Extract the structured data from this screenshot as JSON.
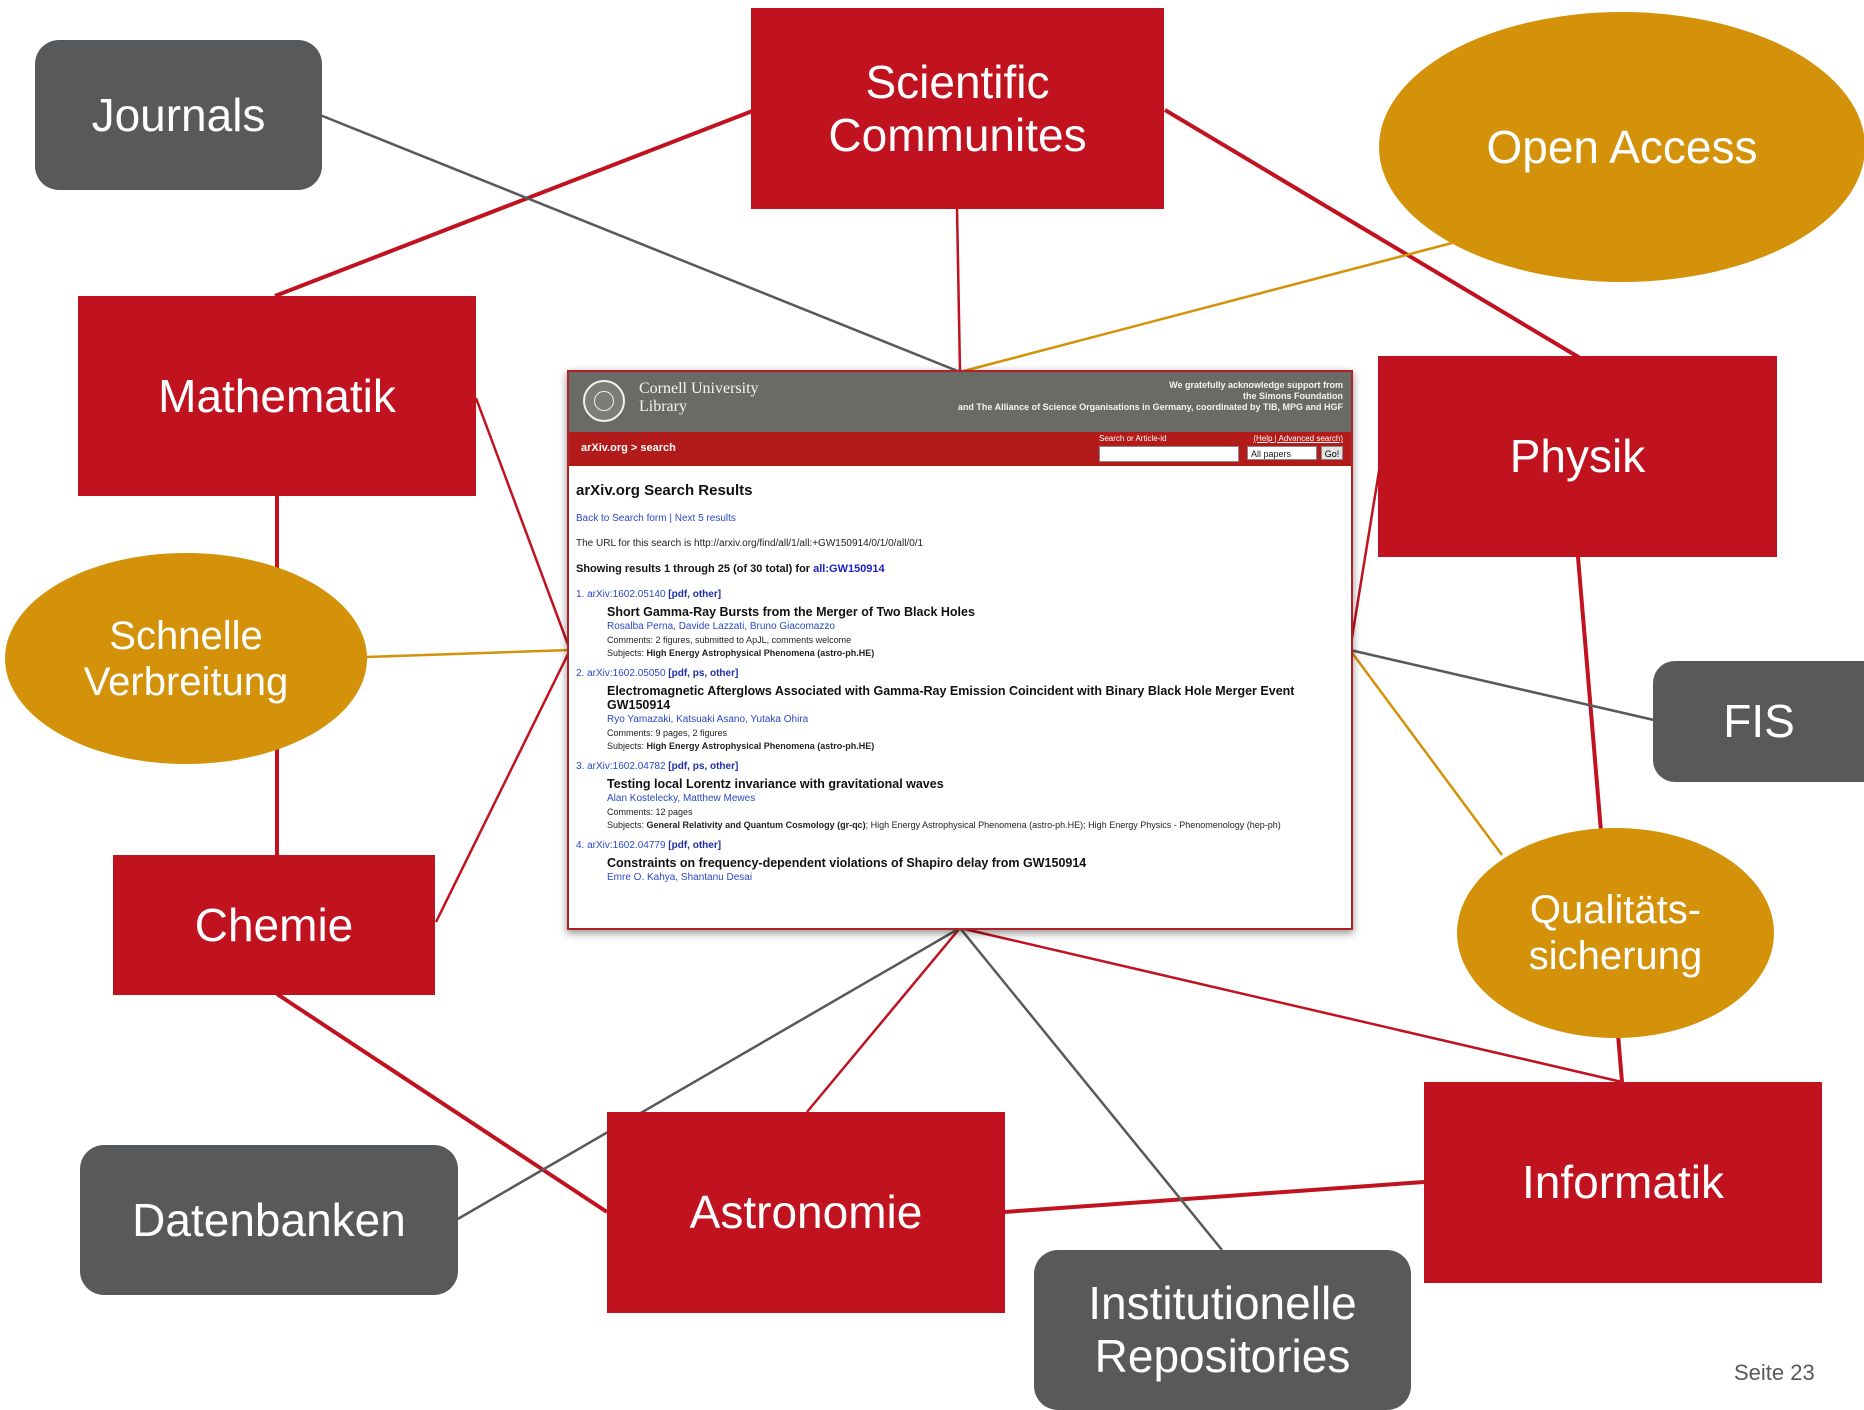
{
  "nodes": {
    "journals": "Journals",
    "scientific_communities": "Scientific Communites",
    "open_access": "Open Access",
    "mathematik": "Mathematik",
    "physik": "Physik",
    "schnelle_verbreitung": "Schnelle Verbreitung",
    "fis": "FIS",
    "chemie": "Chemie",
    "qualitaetssicherung": "Qualitäts-sicherung",
    "datenbanken": "Datenbanken",
    "astronomie": "Astronomie",
    "informatik": "Informatik",
    "institutionelle_repositories": "Institutionelle Repositories"
  },
  "colors": {
    "red": "#c0121f",
    "dark": "#58595b",
    "gold": "#d4920a"
  },
  "arxiv": {
    "library_name_line1": "Cornell University",
    "library_name_line2": "Library",
    "ack_line1": "We gratefully acknowledge support from",
    "ack_line2": "the Simons Foundation",
    "ack_line3": "and The Alliance of Science Organisations in Germany, coordinated by TIB, MPG and HGF",
    "breadcrumb": "arXiv.org > search",
    "search_label": "Search or Article-id",
    "help_links": "(Help | Advanced search)",
    "select_value": "All papers",
    "go_button": "Go!",
    "title": "arXiv.org Search Results",
    "nav_links": "Back to Search form  | Next 5 results",
    "url_text": "The URL for this search is http://arxiv.org/find/all/1/all:+GW150914/0/1/0/all/0/1",
    "showing_prefix": "Showing results 1 through 25 (of 30 total) for ",
    "showing_query": "all:GW150914",
    "entries": [
      {
        "id": "1. arXiv:1602.05140",
        "formats": "[pdf, other]",
        "title": "Short Gamma-Ray Bursts from the Merger of Two Black Holes",
        "authors": "Rosalba Perna, Davide Lazzati, Bruno Giacomazzo",
        "comments": "Comments: 2 figures, submitted to ApJL, comments welcome",
        "subjects_label": "Subjects: ",
        "subjects": "High Energy Astrophysical Phenomena (astro-ph.HE)",
        "subjects_extra": ""
      },
      {
        "id": "2. arXiv:1602.05050",
        "formats": "[pdf, ps, other]",
        "title": "Electromagnetic Afterglows Associated with Gamma-Ray Emission Coincident with Binary Black Hole Merger Event GW150914",
        "authors": "Ryo Yamazaki, Katsuaki Asano, Yutaka Ohira",
        "comments": "Comments: 9 pages, 2 figures",
        "subjects_label": "Subjects: ",
        "subjects": "High Energy Astrophysical Phenomena (astro-ph.HE)",
        "subjects_extra": ""
      },
      {
        "id": "3. arXiv:1602.04782",
        "formats": "[pdf, ps, other]",
        "title": "Testing local Lorentz invariance with gravitational waves",
        "authors": "Alan Kostelecky, Matthew Mewes",
        "comments": "Comments: 12 pages",
        "subjects_label": "Subjects: ",
        "subjects": "General Relativity and Quantum Cosmology (gr-qc)",
        "subjects_extra": "; High Energy Astrophysical Phenomena (astro-ph.HE); High Energy Physics - Phenomenology (hep-ph)"
      },
      {
        "id": "4. arXiv:1602.04779",
        "formats": "[pdf, other]",
        "title": "Constraints on frequency-dependent violations of Shapiro delay from GW150914",
        "authors": "Emre O. Kahya, Shantanu Desai",
        "comments": "",
        "subjects_label": "",
        "subjects": "",
        "subjects_extra": ""
      }
    ]
  },
  "page_number": "Seite 23"
}
